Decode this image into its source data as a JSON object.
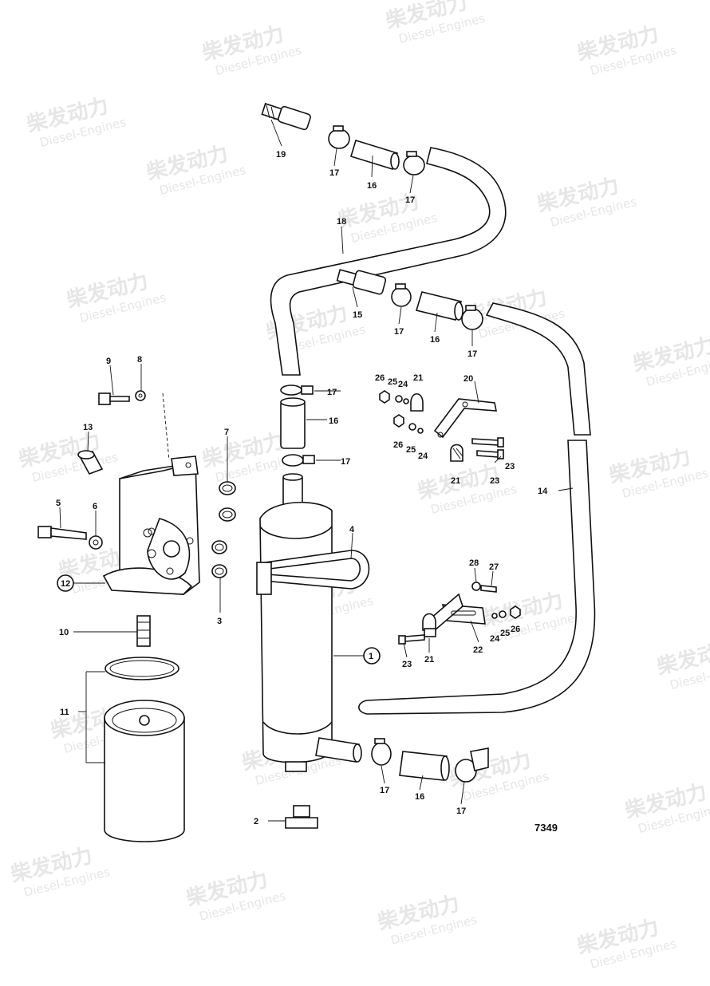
{
  "watermark": {
    "cn": "柴发动力",
    "en": "Diesel-Engines"
  },
  "callouts": [
    {
      "id": "c19",
      "text": "19"
    },
    {
      "id": "c17a",
      "text": "17"
    },
    {
      "id": "c16a",
      "text": "16"
    },
    {
      "id": "c17b",
      "text": "17"
    },
    {
      "id": "c18",
      "text": "18"
    },
    {
      "id": "c15",
      "text": "15"
    },
    {
      "id": "c17c",
      "text": "17"
    },
    {
      "id": "c16b",
      "text": "16"
    },
    {
      "id": "c17d",
      "text": "17"
    },
    {
      "id": "c17e",
      "text": "17"
    },
    {
      "id": "c16c",
      "text": "16"
    },
    {
      "id": "c17f",
      "text": "17"
    },
    {
      "id": "c26a",
      "text": "26"
    },
    {
      "id": "c25a",
      "text": "25"
    },
    {
      "id": "c24a",
      "text": "24"
    },
    {
      "id": "c21a",
      "text": "21"
    },
    {
      "id": "c20",
      "text": "20"
    },
    {
      "id": "c26b",
      "text": "26"
    },
    {
      "id": "c25b",
      "text": "25"
    },
    {
      "id": "c24b",
      "text": "24"
    },
    {
      "id": "c23a",
      "text": "23"
    },
    {
      "id": "c21b",
      "text": "21"
    },
    {
      "id": "c23b",
      "text": "23"
    },
    {
      "id": "c9",
      "text": "9"
    },
    {
      "id": "c8",
      "text": "8"
    },
    {
      "id": "c13",
      "text": "13"
    },
    {
      "id": "c7",
      "text": "7"
    },
    {
      "id": "c5",
      "text": "5"
    },
    {
      "id": "c6",
      "text": "6"
    },
    {
      "id": "c4",
      "text": "4"
    },
    {
      "id": "c14",
      "text": "14"
    },
    {
      "id": "c12",
      "text": "12"
    },
    {
      "id": "c3",
      "text": "3"
    },
    {
      "id": "c28",
      "text": "28"
    },
    {
      "id": "c27",
      "text": "27"
    },
    {
      "id": "c10",
      "text": "10"
    },
    {
      "id": "c1",
      "text": "1"
    },
    {
      "id": "c24c",
      "text": "24"
    },
    {
      "id": "c25c",
      "text": "25"
    },
    {
      "id": "c26c",
      "text": "26"
    },
    {
      "id": "c22",
      "text": "22"
    },
    {
      "id": "c23c",
      "text": "23"
    },
    {
      "id": "c21c",
      "text": "21"
    },
    {
      "id": "c11",
      "text": "11"
    },
    {
      "id": "c17g",
      "text": "17"
    },
    {
      "id": "c16d",
      "text": "16"
    },
    {
      "id": "c17h",
      "text": "17"
    },
    {
      "id": "c2",
      "text": "2"
    }
  ],
  "drawing_number": "7349"
}
